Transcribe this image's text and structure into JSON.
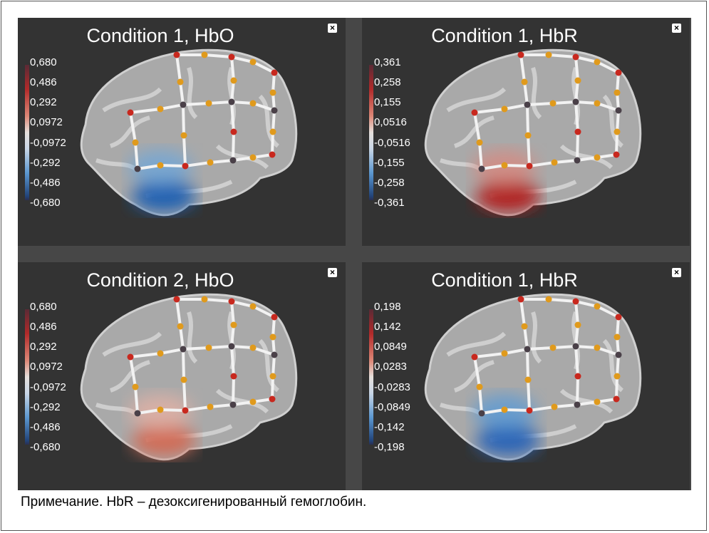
{
  "panels": [
    {
      "title": "Condition 1, HbO",
      "close": "×",
      "ticks": [
        "0,680",
        "0,486",
        "0,292",
        "0,0972",
        "-0,0972",
        "-0,292",
        "-0,486",
        "-0,680"
      ],
      "blob_color": "#1f5fb0",
      "blob2_color": "#6fa6d8"
    },
    {
      "title": "Condition 1, HbR",
      "close": "×",
      "ticks": [
        "0,361",
        "0,258",
        "0,155",
        "0,0516",
        "-0,0516",
        "-0,155",
        "-0,258",
        "-0,361"
      ],
      "blob_color": "#b01a1a",
      "blob2_color": "#d78a80"
    },
    {
      "title": "Condition 2, HbO",
      "close": "×",
      "ticks": [
        "0,680",
        "0,486",
        "0,292",
        "0,0972",
        "-0,0972",
        "-0,292",
        "-0,486",
        "-0,680"
      ],
      "blob_color": "#d06a55",
      "blob2_color": "#e3b2a5"
    },
    {
      "title": "Condition 1, HbR",
      "close": "×",
      "ticks": [
        "0,198",
        "0,142",
        "0,0849",
        "0,0283",
        "-0,0283",
        "-0,0849",
        "-0,142",
        "-0,198"
      ],
      "blob_color": "#2a64b5",
      "blob2_color": "#5a9ad6"
    }
  ],
  "caption": "Примечание. HbR – дезоксигенированный гемоглобин.",
  "colors": {
    "node_red": "#c8281e",
    "node_orange": "#e09a1c",
    "node_dark": "#4a4048"
  }
}
